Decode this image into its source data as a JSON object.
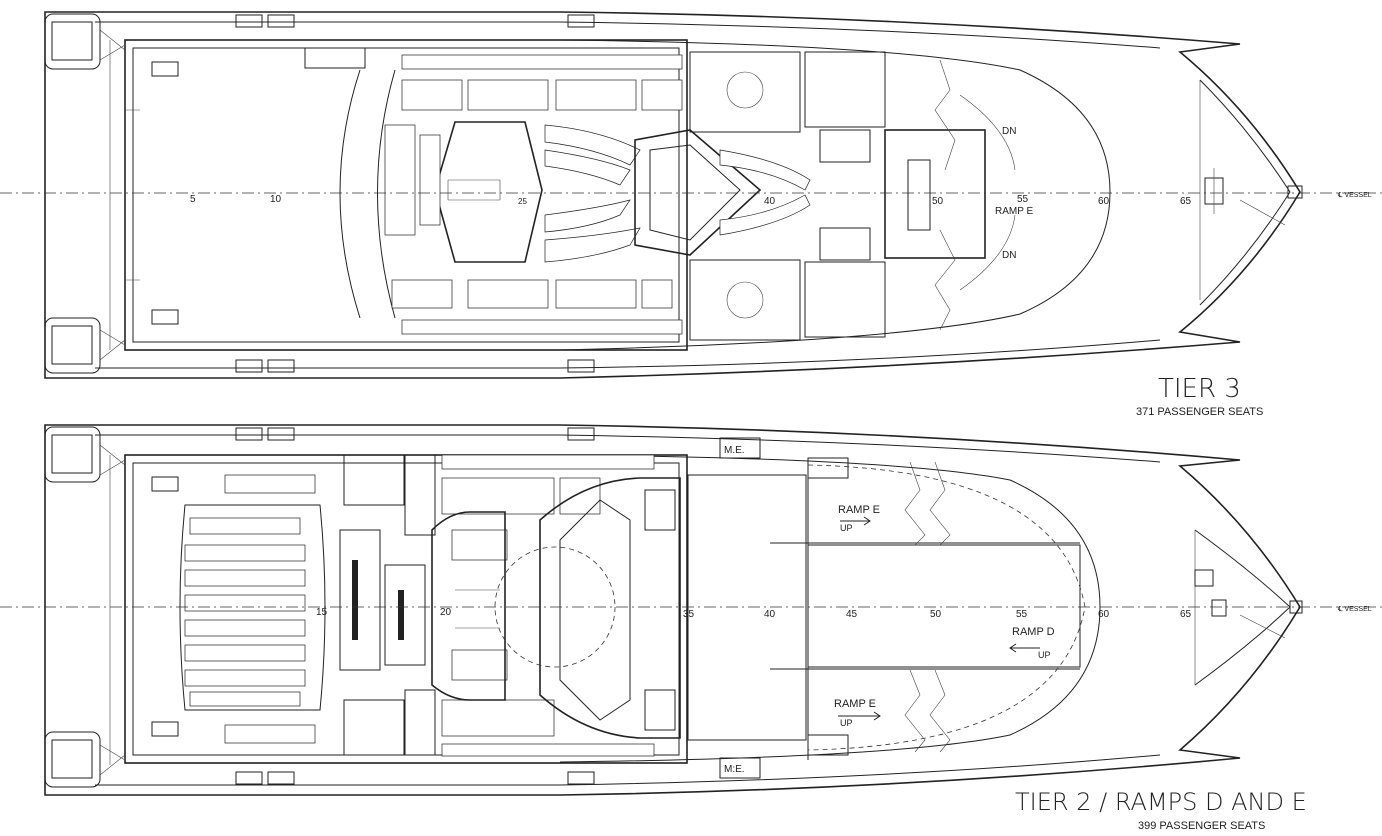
{
  "tier3": {
    "title": "TIER 3",
    "seats": "371 PASSENGER SEATS",
    "ramp_label": "RAMP E",
    "dn_top": "DN",
    "dn_bottom": "DN",
    "centerline": "℄ VESSEL",
    "frames": [
      "5",
      "10",
      "25",
      "40",
      "50",
      "55",
      "60",
      "65"
    ]
  },
  "tier2": {
    "title": "TIER 2 / RAMPS D AND E",
    "seats": "399 PASSENGER SEATS",
    "mes_top": "M.E.",
    "mes_bottom": "M:E.",
    "ramp_e_top": "RAMP E",
    "up_top": "UP",
    "ramp_d": "RAMP D",
    "up_mid": "UP",
    "ramp_e_bottom": "RAMP E",
    "up_bottom": "UP",
    "centerline": "℄ VESSEL",
    "frames": [
      "15",
      "20",
      "35",
      "40",
      "45",
      "50",
      "55",
      "60",
      "65"
    ]
  }
}
